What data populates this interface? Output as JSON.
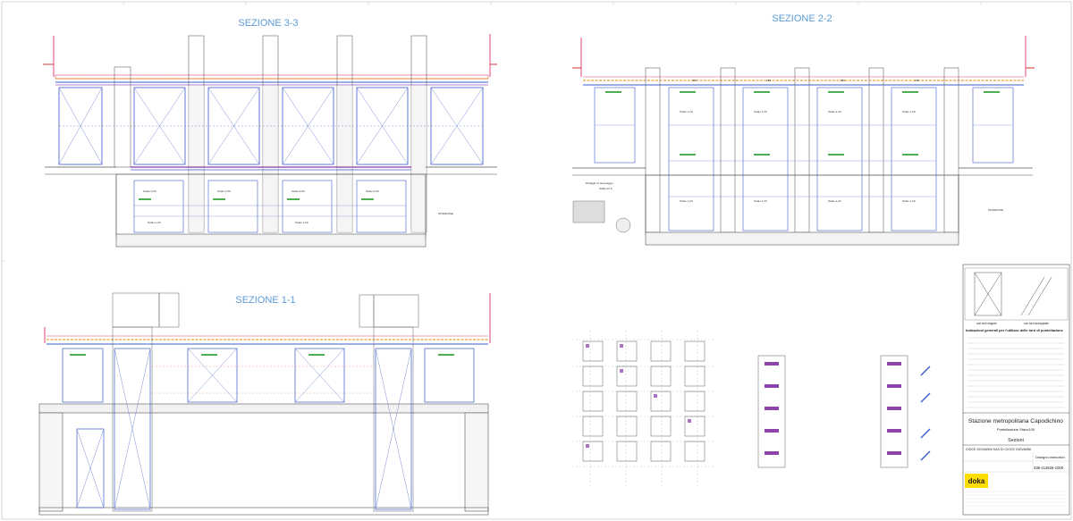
{
  "sections": {
    "s33": "SEZIONE 3-3",
    "s22": "SEZIONE 2-2",
    "s11": "SEZIONE 1-1"
  },
  "notes": {
    "towers_single": "con torri singole",
    "towers_paired": "con torri accoppiate"
  },
  "title_block": {
    "header": "Indicazioni generali per l'utilizzo delle torri di puntellazione",
    "project": "Stazione metropolitana Capodichino",
    "subtitle": "Puntellazione Staxo100",
    "drawing": "Sezioni",
    "client": "CIOCE GIOVANNI SAS DI CIOCE GIOVANNI",
    "drawing_type": "Disegno esecutivo",
    "drawing_number": "336-413626-1000",
    "logo": "doka",
    "brand_color": "#ffdd00"
  }
}
